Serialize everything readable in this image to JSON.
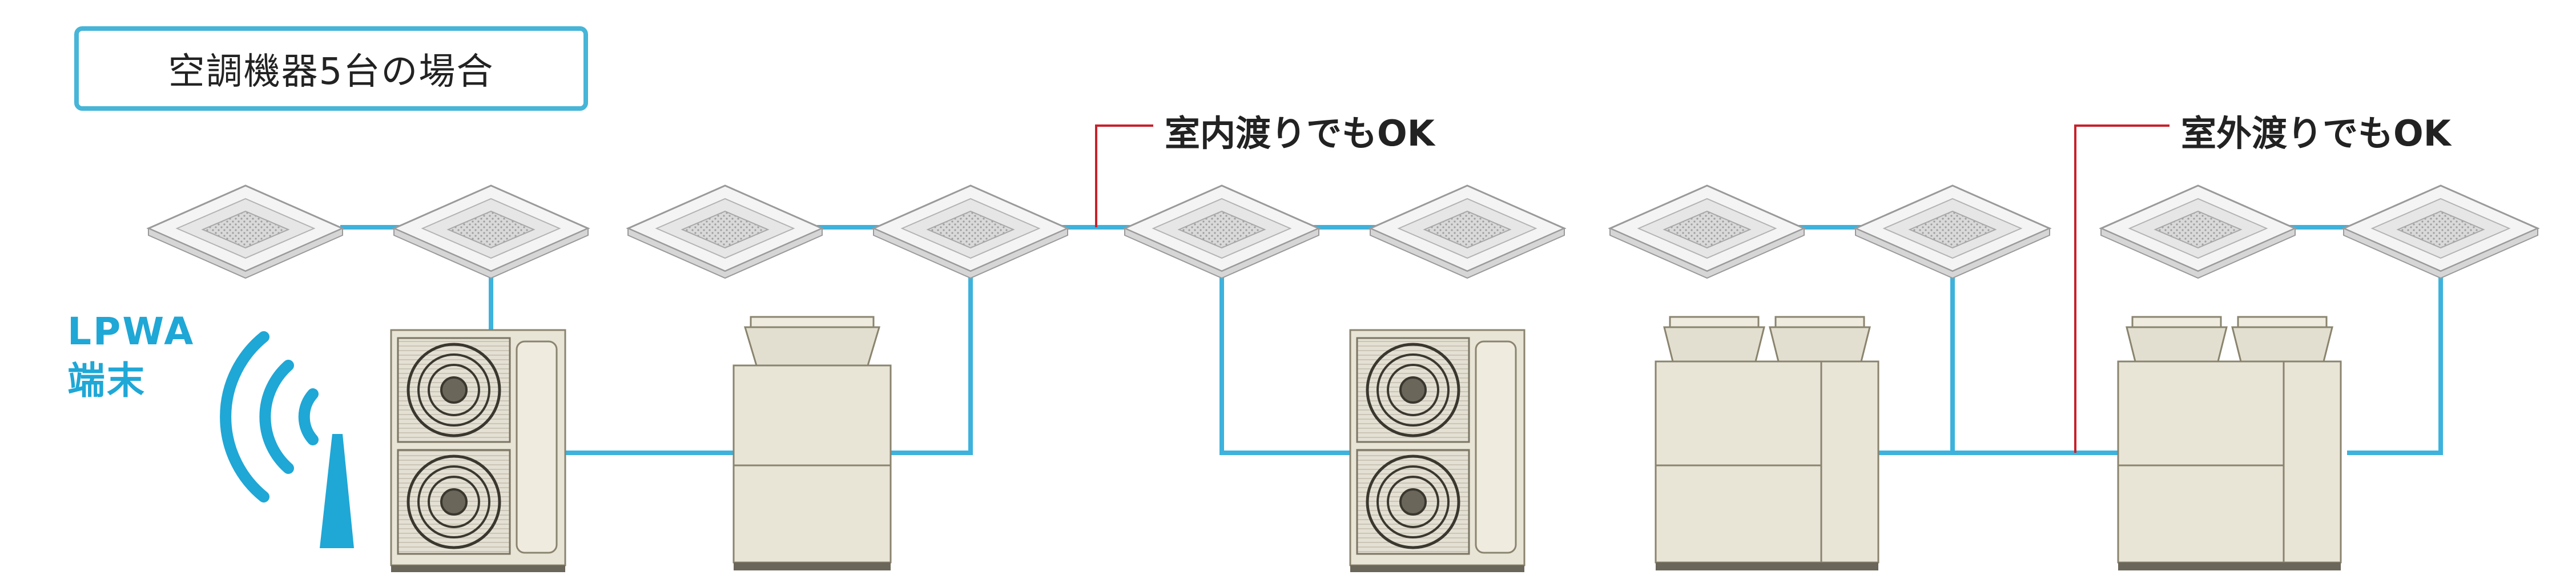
{
  "header": {
    "title": "空調機器5台の場合"
  },
  "callouts": {
    "indoor_crossover": "室内渡りでもOK",
    "outdoor_crossover": "室外渡りでもOK"
  },
  "terminal": {
    "line1": "LPWA",
    "line2": "端末"
  },
  "colors": {
    "pipe": "#3db2dc",
    "callout_line": "#c8202a",
    "box_border": "#46b5d8",
    "lpwa": "#1fa7d6"
  }
}
